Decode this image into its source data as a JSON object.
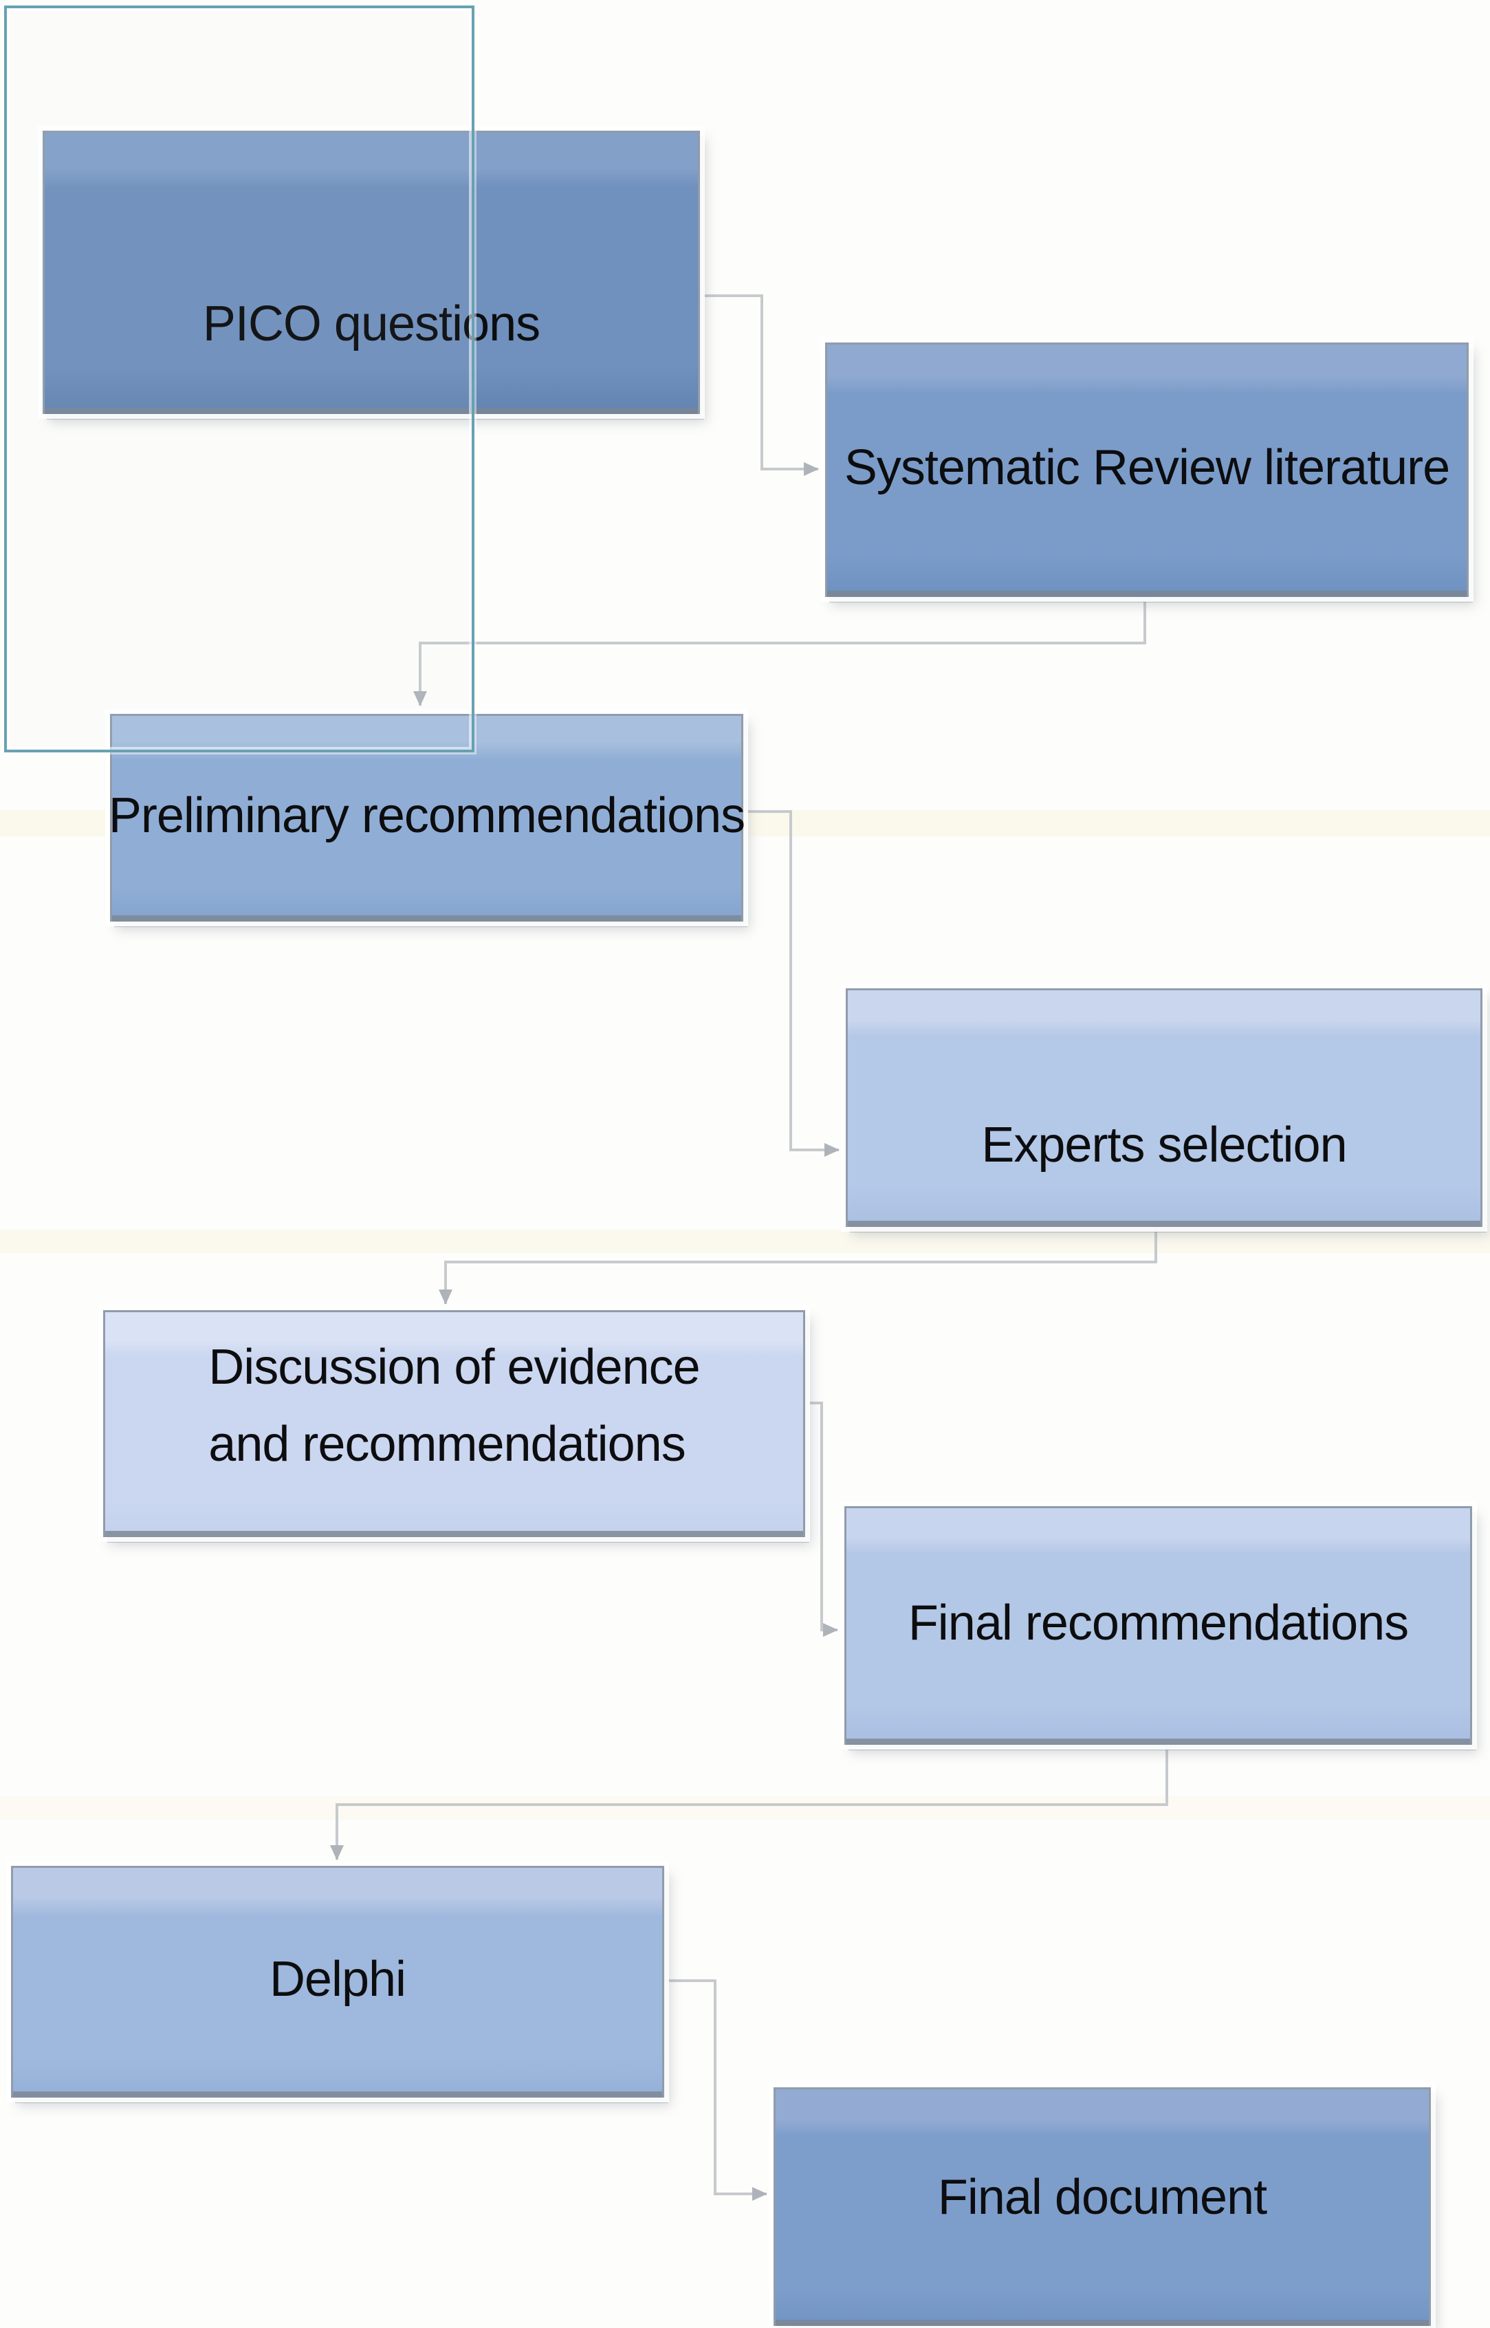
{
  "diagram": {
    "type": "flowchart",
    "background_color": "#fdfdfb",
    "connector_color": "#c7cacd",
    "arrowhead_color": "#aeb3b9",
    "highlight_outline_color": "#68a1b3",
    "text_color": "#0d0d0f"
  },
  "nodes": [
    {
      "id": "pico-questions",
      "label": "PICO questions",
      "fill": "#7090bd"
    },
    {
      "id": "systematic-review-literature",
      "label": "Systematic Review literature",
      "fill": "#7b9cc9"
    },
    {
      "id": "preliminary-recommendations",
      "label": "Preliminary recommendations",
      "fill": "#90aed5"
    },
    {
      "id": "experts-selection",
      "label": "Experts selection",
      "fill": "#b4c8e7"
    },
    {
      "id": "discussion-of-evidence",
      "label": "Discussion of evidence and recommendations",
      "lines": [
        "Discussion of evidence",
        "and recommendations"
      ],
      "fill": "#cbd7f0"
    },
    {
      "id": "final-recommendations",
      "label": "Final recommendations",
      "fill": "#b3c7e6"
    },
    {
      "id": "delphi",
      "label": "Delphi",
      "fill": "#9fb8dd"
    },
    {
      "id": "final-document",
      "label": "Final document",
      "fill": "#7d9ecb"
    }
  ],
  "edges": [
    {
      "from": "pico-questions",
      "to": "systematic-review-literature"
    },
    {
      "from": "systematic-review-literature",
      "to": "preliminary-recommendations"
    },
    {
      "from": "preliminary-recommendations",
      "to": "experts-selection"
    },
    {
      "from": "experts-selection",
      "to": "discussion-of-evidence"
    },
    {
      "from": "discussion-of-evidence",
      "to": "final-recommendations"
    },
    {
      "from": "final-recommendations",
      "to": "delphi"
    },
    {
      "from": "delphi",
      "to": "final-document"
    }
  ]
}
